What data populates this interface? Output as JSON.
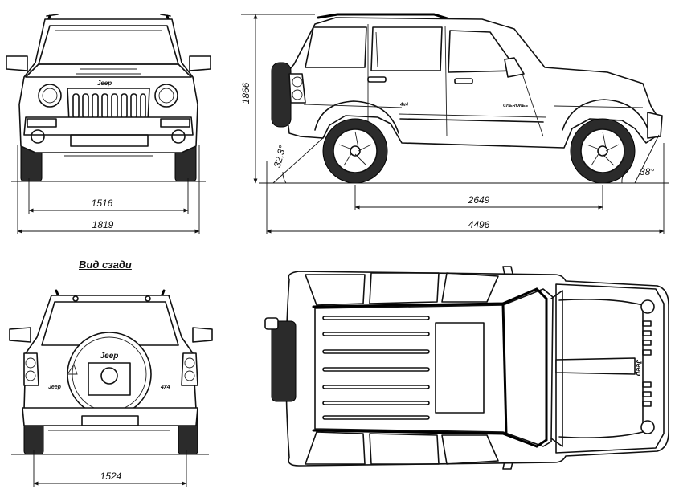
{
  "front_view": {
    "track_width": "1516",
    "overall_width": "1819",
    "grille_badge": "Jeep"
  },
  "side_view": {
    "height": "1866",
    "approach_angle": "32,3°",
    "departure_angle": "38°",
    "wheelbase": "2649",
    "overall_length": "4496",
    "badge_4x4": "4x4",
    "model_badge": "CHEROKEE"
  },
  "rear_view": {
    "caption": "Вид сзади",
    "track_width": "1524",
    "spare_badge": "Jeep",
    "left_badge": "Jeep",
    "right_badge": "4x4"
  },
  "top_view": {
    "hood_badge": "Jeep"
  }
}
